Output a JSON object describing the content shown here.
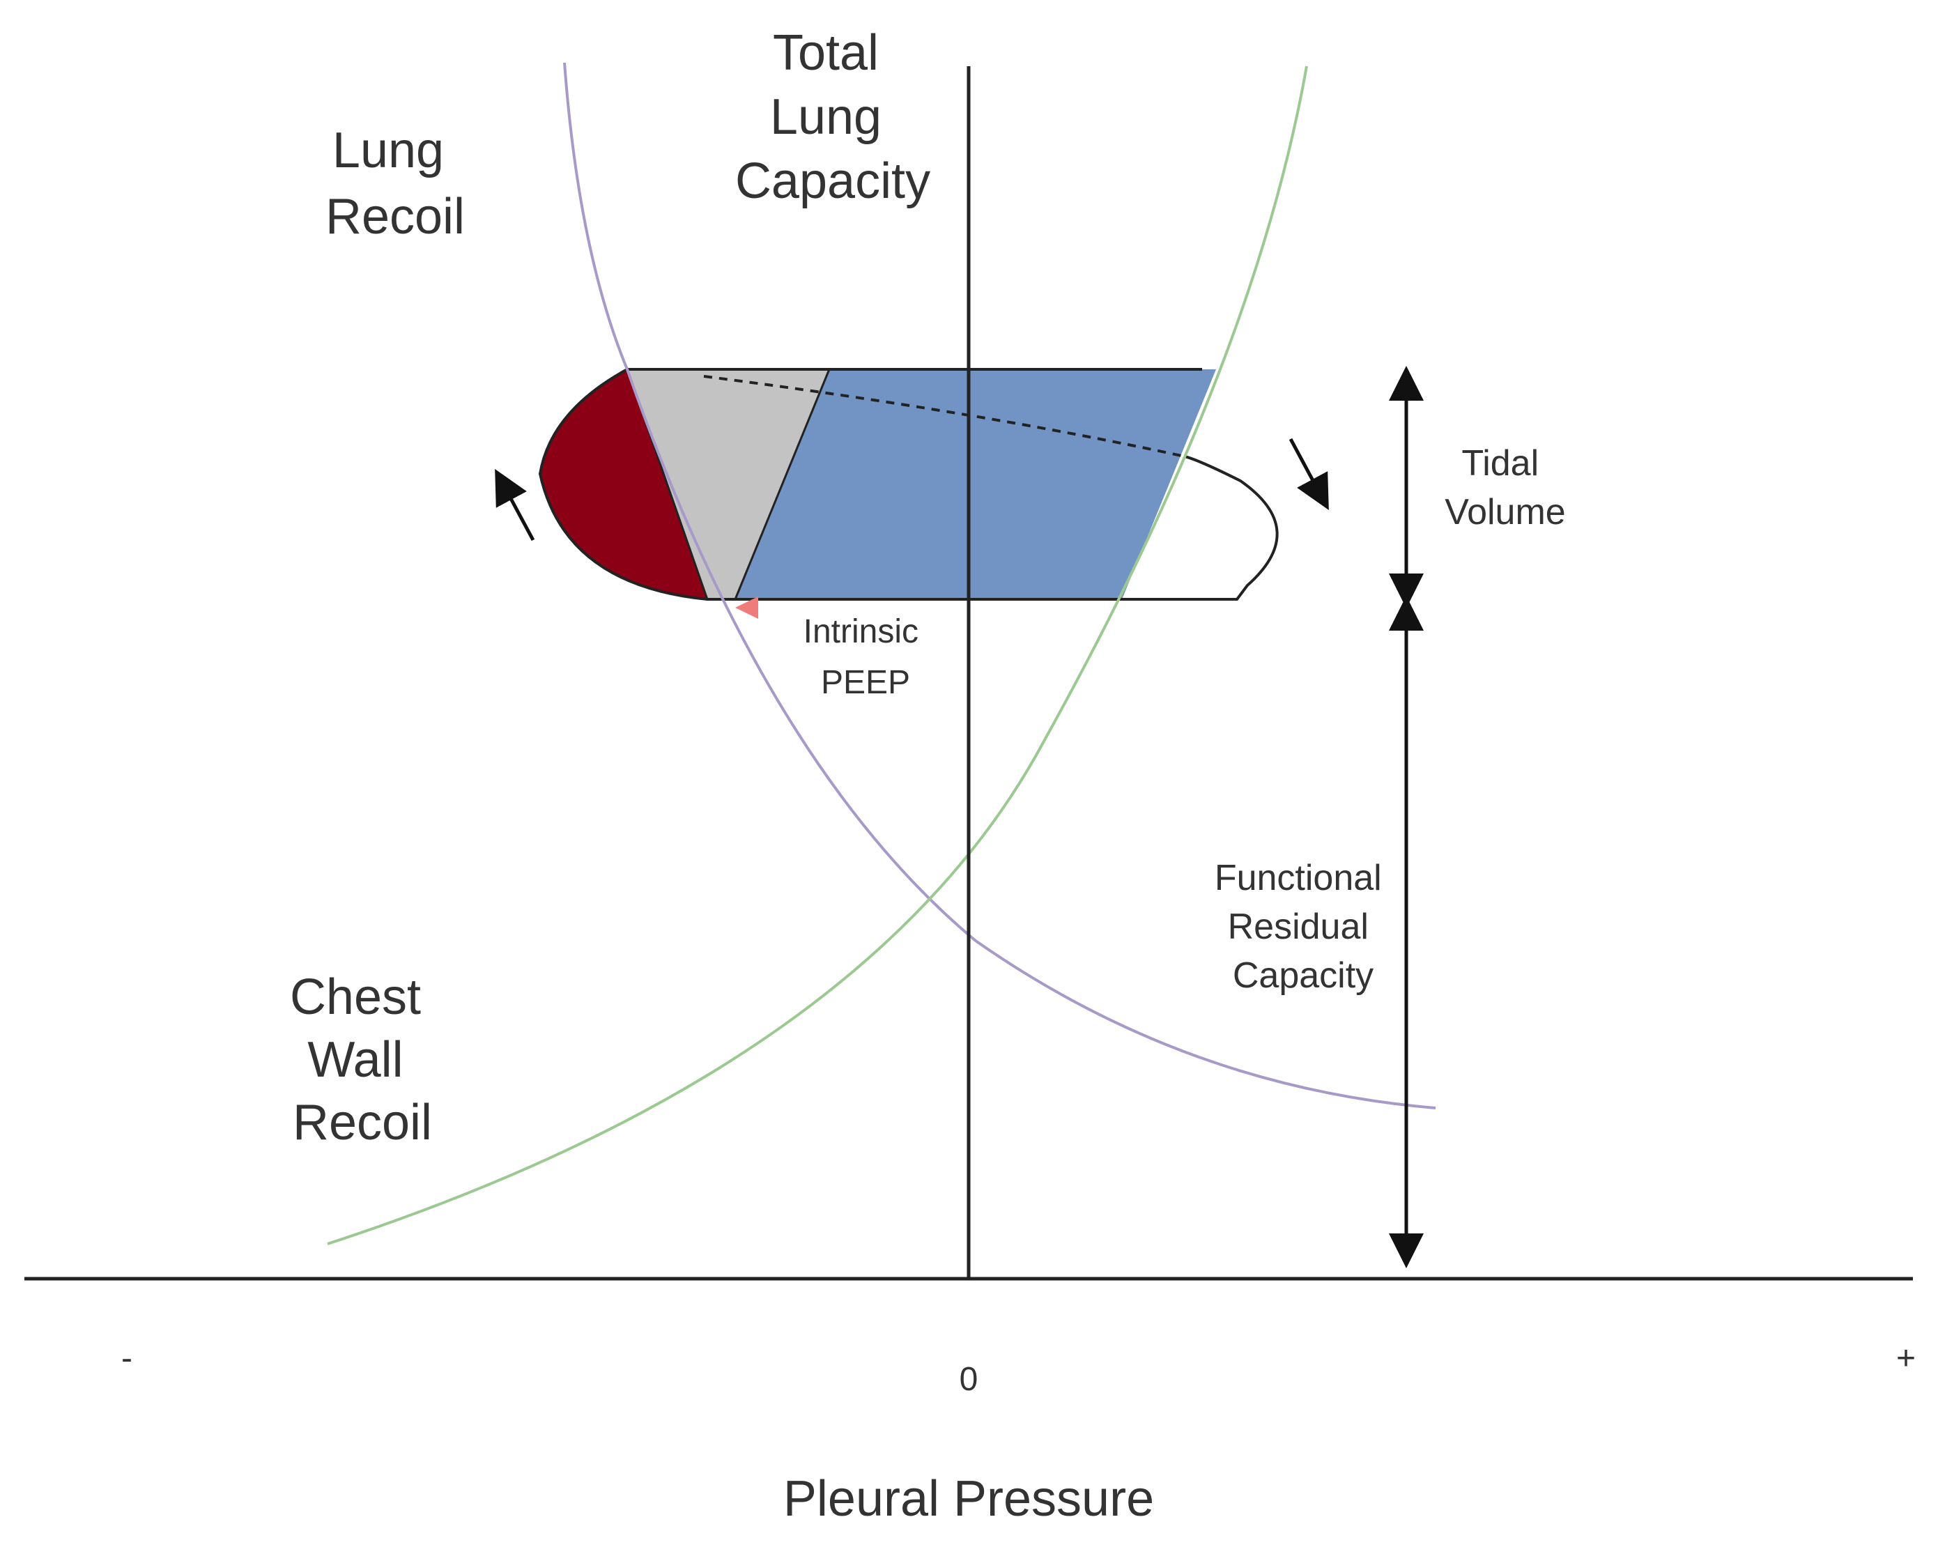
{
  "labels": {
    "total_lung_capacity": [
      "Total",
      "Lung",
      "Capacity"
    ],
    "lung_recoil": [
      "Lung",
      "Recoil"
    ],
    "chest_wall_recoil": [
      "Chest",
      "Wall",
      "Recoil"
    ],
    "tidal_volume": [
      "Tidal",
      "Volume"
    ],
    "functional_residual_capacity": [
      "Functional",
      "Residual",
      "Capacity"
    ],
    "intrinsic_peep": [
      "Intrinsic",
      "PEEP"
    ],
    "axis_title": "Pleural Pressure",
    "axis_minus": "-",
    "axis_zero": "0",
    "axis_plus": "+"
  },
  "colors": {
    "lung_recoil_curve": "#a79ac9",
    "chest_wall_curve": "#9cc991",
    "red_region": "#8b0015",
    "gray_region": "#c3c3c3",
    "blue_region": "#7194c4",
    "peep_arrow": "#f07b7b",
    "axis": "#222222"
  }
}
